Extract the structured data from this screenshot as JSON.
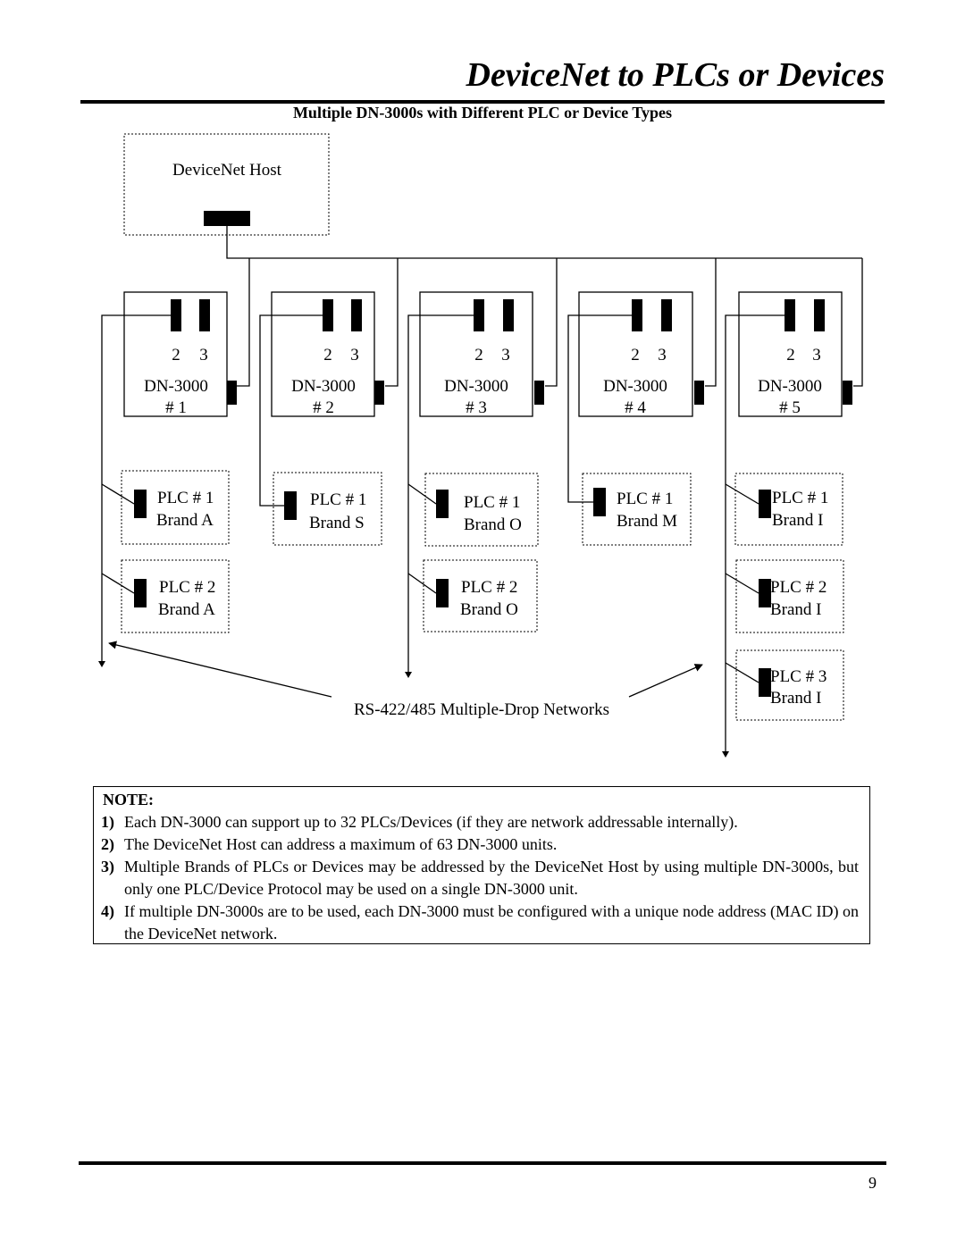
{
  "page": {
    "title": "DeviceNet to PLCs or Devices",
    "subtitle": "Multiple DN-3000s with Different PLC or Device Types",
    "page_number": "9"
  },
  "diagram": {
    "host_label": "DeviceNet Host",
    "port_labels": [
      "2",
      "3"
    ],
    "module_name": "DN-3000",
    "modules": [
      {
        "number": "# 1"
      },
      {
        "number": "# 2"
      },
      {
        "number": "# 3"
      },
      {
        "number": "# 4"
      },
      {
        "number": "# 5"
      }
    ],
    "plcs": [
      {
        "id": "# 1",
        "line1": "PLC # 1",
        "line2": "Brand A"
      },
      {
        "id": "# 2",
        "line1": "PLC # 2",
        "line2": "Brand A"
      },
      {
        "id": "# 3",
        "line1": "PLC # 1",
        "line2": "Brand S"
      },
      {
        "id": "# 4",
        "line1": "PLC # 1",
        "line2": "Brand O"
      },
      {
        "id": "# 5",
        "line1": "PLC # 2",
        "line2": "Brand O"
      },
      {
        "id": "# 6",
        "line1": "PLC # 1",
        "line2": "Brand M"
      },
      {
        "id": "# 7",
        "line1": "PLC # 1",
        "line2": "Brand I"
      },
      {
        "id": "# 8",
        "line1": "PLC # 2",
        "line2": "Brand I"
      },
      {
        "id": "# 9",
        "line1": "PLC # 3",
        "line2": "Brand I"
      }
    ],
    "network_label": "RS-422/485 Multiple-Drop Networks"
  },
  "note": {
    "title": "NOTE:",
    "items": [
      {
        "num": "1)",
        "text": "Each DN-3000 can support up to 32 PLCs/Devices (if they are network addressable internally)."
      },
      {
        "num": "2)",
        "text": "The DeviceNet Host can address a maximum of 63 DN-3000 units."
      },
      {
        "num": "3)",
        "text": "Multiple Brands of PLCs or Devices may be addressed by the DeviceNet Host by using multiple DN-3000s, but only one PLC/Device Protocol may be used on a single DN-3000 unit."
      },
      {
        "num": "4)",
        "text": "If multiple DN-3000s are to be used, each DN-3000 must be configured with a unique node address (MAC ID) on the DeviceNet network."
      }
    ]
  }
}
